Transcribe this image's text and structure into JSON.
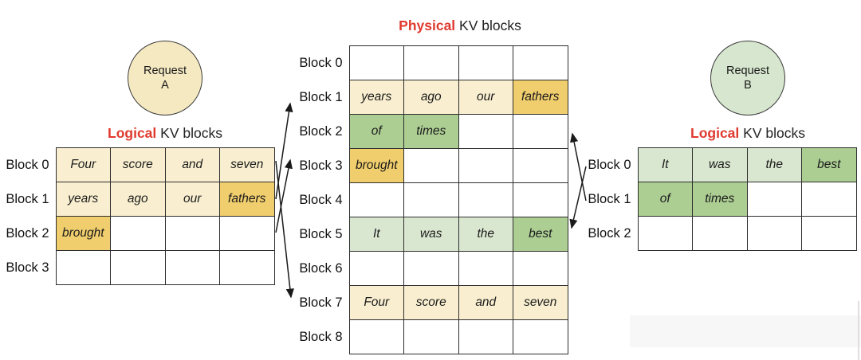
{
  "titles": {
    "left": {
      "em": "Logical",
      "rest": "KV blocks"
    },
    "middle": {
      "em": "Physical",
      "rest": "KV blocks"
    },
    "right": {
      "em": "Logical",
      "rest": "KV blocks"
    }
  },
  "request_a": {
    "line1": "Request",
    "line2": "A"
  },
  "request_b": {
    "line1": "Request",
    "line2": "B"
  },
  "colors": {
    "accent_red": "#E0392E",
    "cell_cream": "#F9EFD0",
    "cell_yellow": "#F1CE6D",
    "cell_light_green": "#DAE7D0",
    "cell_green": "#ACCE93",
    "circle_a_fill": "#F5E9C2",
    "circle_b_fill": "#D7E6CE",
    "border": "#2D2D2D"
  },
  "tables": {
    "logical_a": {
      "row_labels": [
        "Block 0",
        "Block 1",
        "Block 2",
        "Block 3"
      ],
      "rows": [
        [
          {
            "text": "Four",
            "fill": "cream"
          },
          {
            "text": "score",
            "fill": "cream"
          },
          {
            "text": "and",
            "fill": "cream"
          },
          {
            "text": "seven",
            "fill": "cream"
          }
        ],
        [
          {
            "text": "years",
            "fill": "cream"
          },
          {
            "text": "ago",
            "fill": "cream"
          },
          {
            "text": "our",
            "fill": "cream"
          },
          {
            "text": "fathers",
            "fill": "yellow"
          }
        ],
        [
          {
            "text": "brought",
            "fill": "yellow"
          },
          {
            "text": "",
            "fill": "none"
          },
          {
            "text": "",
            "fill": "none"
          },
          {
            "text": "",
            "fill": "none"
          }
        ],
        [
          {
            "text": "",
            "fill": "none"
          },
          {
            "text": "",
            "fill": "none"
          },
          {
            "text": "",
            "fill": "none"
          },
          {
            "text": "",
            "fill": "none"
          }
        ]
      ]
    },
    "physical": {
      "row_labels": [
        "Block 0",
        "Block 1",
        "Block 2",
        "Block 3",
        "Block 4",
        "Block 5",
        "Block 6",
        "Block 7",
        "Block 8"
      ],
      "rows": [
        [
          {
            "text": "",
            "fill": "none"
          },
          {
            "text": "",
            "fill": "none"
          },
          {
            "text": "",
            "fill": "none"
          },
          {
            "text": "",
            "fill": "none"
          }
        ],
        [
          {
            "text": "years",
            "fill": "cream"
          },
          {
            "text": "ago",
            "fill": "cream"
          },
          {
            "text": "our",
            "fill": "cream"
          },
          {
            "text": "fathers",
            "fill": "yellow"
          }
        ],
        [
          {
            "text": "of",
            "fill": "green"
          },
          {
            "text": "times",
            "fill": "green"
          },
          {
            "text": "",
            "fill": "none"
          },
          {
            "text": "",
            "fill": "none"
          }
        ],
        [
          {
            "text": "brought",
            "fill": "yellow"
          },
          {
            "text": "",
            "fill": "none"
          },
          {
            "text": "",
            "fill": "none"
          },
          {
            "text": "",
            "fill": "none"
          }
        ],
        [
          {
            "text": "",
            "fill": "none"
          },
          {
            "text": "",
            "fill": "none"
          },
          {
            "text": "",
            "fill": "none"
          },
          {
            "text": "",
            "fill": "none"
          }
        ],
        [
          {
            "text": "It",
            "fill": "lg"
          },
          {
            "text": "was",
            "fill": "lg"
          },
          {
            "text": "the",
            "fill": "lg"
          },
          {
            "text": "best",
            "fill": "green"
          }
        ],
        [
          {
            "text": "",
            "fill": "none"
          },
          {
            "text": "",
            "fill": "none"
          },
          {
            "text": "",
            "fill": "none"
          },
          {
            "text": "",
            "fill": "none"
          }
        ],
        [
          {
            "text": "Four",
            "fill": "cream"
          },
          {
            "text": "score",
            "fill": "cream"
          },
          {
            "text": "and",
            "fill": "cream"
          },
          {
            "text": "seven",
            "fill": "cream"
          }
        ],
        [
          {
            "text": "",
            "fill": "none"
          },
          {
            "text": "",
            "fill": "none"
          },
          {
            "text": "",
            "fill": "none"
          },
          {
            "text": "",
            "fill": "none"
          }
        ]
      ]
    },
    "logical_b": {
      "row_labels": [
        "Block 0",
        "Block 1",
        "Block 2"
      ],
      "rows": [
        [
          {
            "text": "It",
            "fill": "lg"
          },
          {
            "text": "was",
            "fill": "lg"
          },
          {
            "text": "the",
            "fill": "lg"
          },
          {
            "text": "best",
            "fill": "green"
          }
        ],
        [
          {
            "text": "of",
            "fill": "green"
          },
          {
            "text": "times",
            "fill": "green"
          },
          {
            "text": "",
            "fill": "none"
          },
          {
            "text": "",
            "fill": "none"
          }
        ],
        [
          {
            "text": "",
            "fill": "none"
          },
          {
            "text": "",
            "fill": "none"
          },
          {
            "text": "",
            "fill": "none"
          },
          {
            "text": "",
            "fill": "none"
          }
        ]
      ]
    }
  },
  "mappings": {
    "request_a": [
      {
        "logical": "Block 0",
        "physical": "Block 7"
      },
      {
        "logical": "Block 1",
        "physical": "Block 1"
      },
      {
        "logical": "Block 2",
        "physical": "Block 3"
      }
    ],
    "request_b": [
      {
        "logical": "Block 0",
        "physical": "Block 5"
      },
      {
        "logical": "Block 1",
        "physical": "Block 2"
      }
    ]
  }
}
